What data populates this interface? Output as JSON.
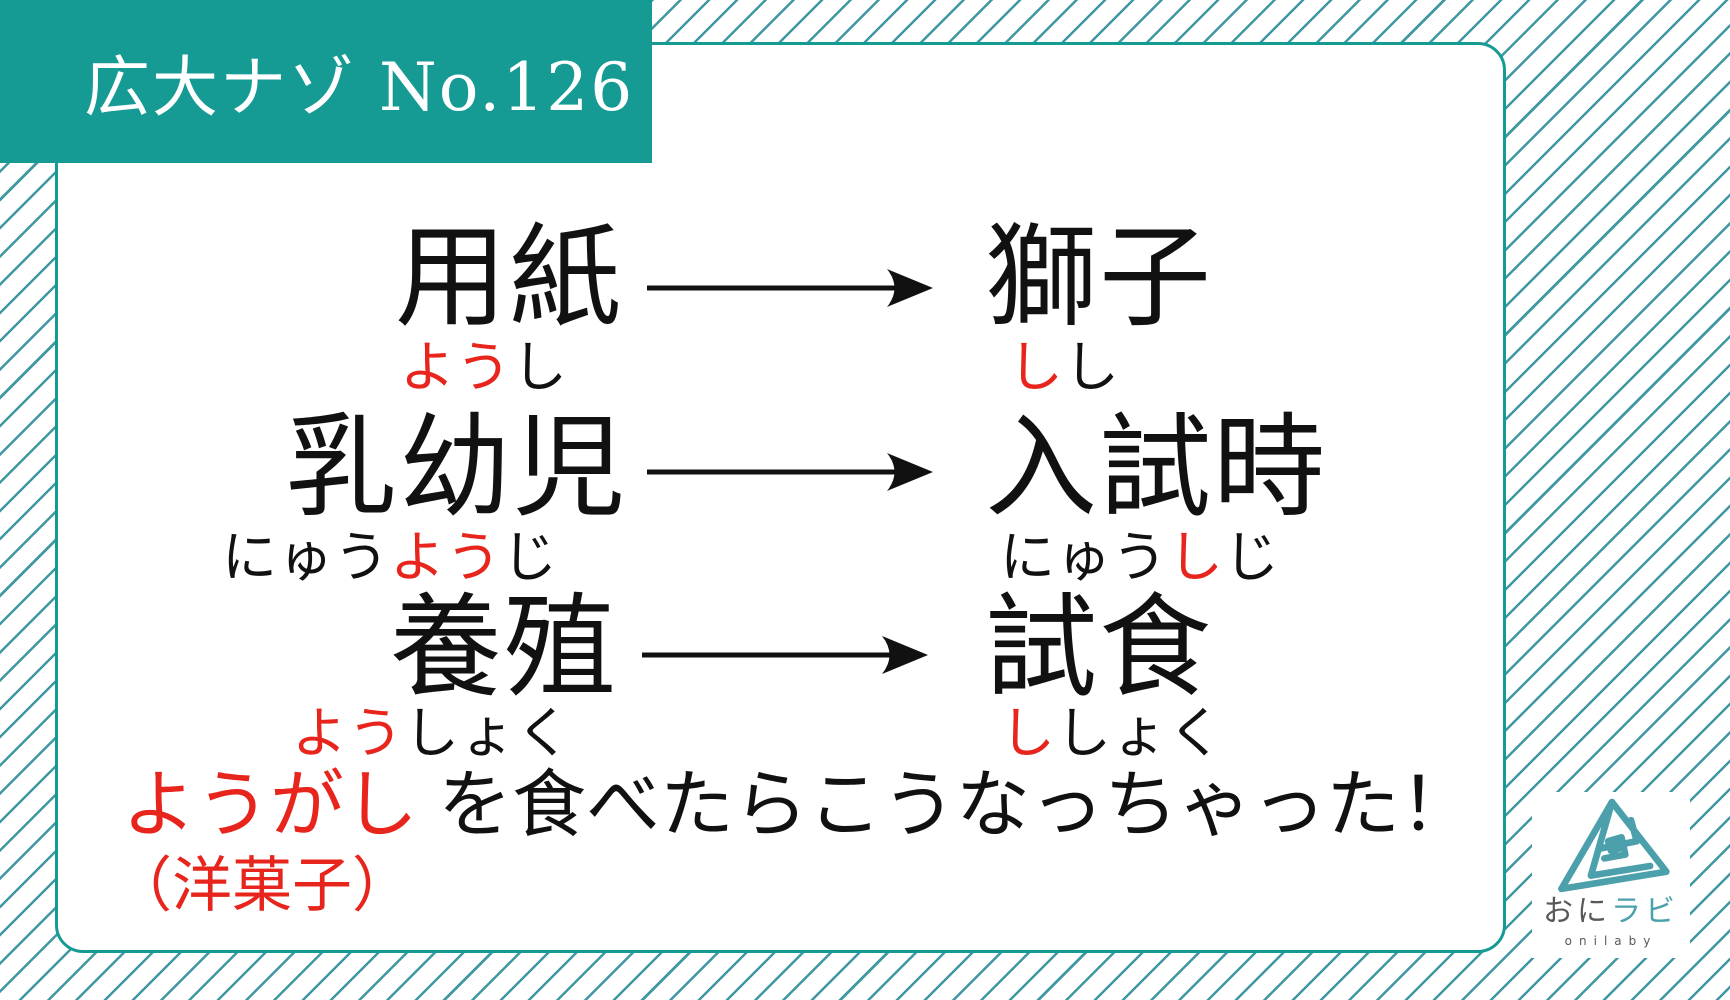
{
  "header": {
    "title": "広大ナゾ No.126"
  },
  "colors": {
    "teal": "#169B94",
    "stripe_teal": "#3F98A2",
    "highlight_red": "#E8251D",
    "logo_teal": "#4BA0AC",
    "logo_gray": "#595757"
  },
  "puzzle": {
    "rows": [
      {
        "left": {
          "word": "用紙",
          "reading": [
            {
              "t": "よう",
              "c": "red"
            },
            {
              "t": "し",
              "c": "black"
            }
          ]
        },
        "right": {
          "word": "獅子",
          "reading": [
            {
              "t": "し",
              "c": "red"
            },
            {
              "t": "し",
              "c": "black"
            }
          ]
        }
      },
      {
        "left": {
          "word": "乳幼児",
          "reading": [
            {
              "t": "にゅう",
              "c": "black"
            },
            {
              "t": "よう",
              "c": "red"
            },
            {
              "t": "じ",
              "c": "black"
            }
          ]
        },
        "right": {
          "word": "入試時",
          "reading": [
            {
              "t": "にゅう",
              "c": "black"
            },
            {
              "t": "し",
              "c": "red"
            },
            {
              "t": "じ",
              "c": "black"
            }
          ]
        }
      },
      {
        "left": {
          "word": "養殖",
          "reading": [
            {
              "t": "よう",
              "c": "red"
            },
            {
              "t": "しょく",
              "c": "black"
            }
          ]
        },
        "right": {
          "word": "試食",
          "reading": [
            {
              "t": "し",
              "c": "red"
            },
            {
              "t": "しょく",
              "c": "black"
            }
          ]
        }
      }
    ]
  },
  "answer": {
    "highlight": "ようがし",
    "rest": "を食べたらこうなっちゃった！",
    "note": "（洋菓子）"
  },
  "logo": {
    "icon": "triangle-spiral-logo",
    "jp_gray": "おに",
    "jp_teal": "ラビ",
    "en": "onilaby"
  }
}
